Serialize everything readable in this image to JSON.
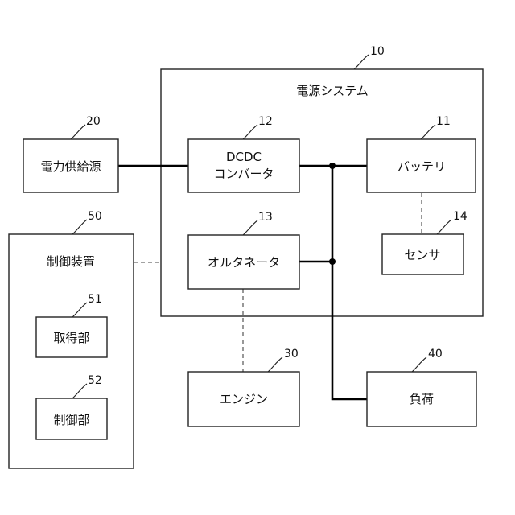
{
  "power_system": {
    "ref": "10",
    "label": "電源システム"
  },
  "battery": {
    "ref": "11",
    "label": "バッテリ"
  },
  "dcdc": {
    "ref": "12",
    "label_line1": "DCDC",
    "label_line2": "コンバータ"
  },
  "alternator": {
    "ref": "13",
    "label": "オルタネータ"
  },
  "sensor": {
    "ref": "14",
    "label": "センサ"
  },
  "power_supply": {
    "ref": "20",
    "label": "電力供給源"
  },
  "engine": {
    "ref": "30",
    "label": "エンジン"
  },
  "load": {
    "ref": "40",
    "label": "負荷"
  },
  "control_device": {
    "ref": "50",
    "label": "制御装置"
  },
  "acquisition_unit": {
    "ref": "51",
    "label": "取得部"
  },
  "control_unit": {
    "ref": "52",
    "label": "制御部"
  }
}
